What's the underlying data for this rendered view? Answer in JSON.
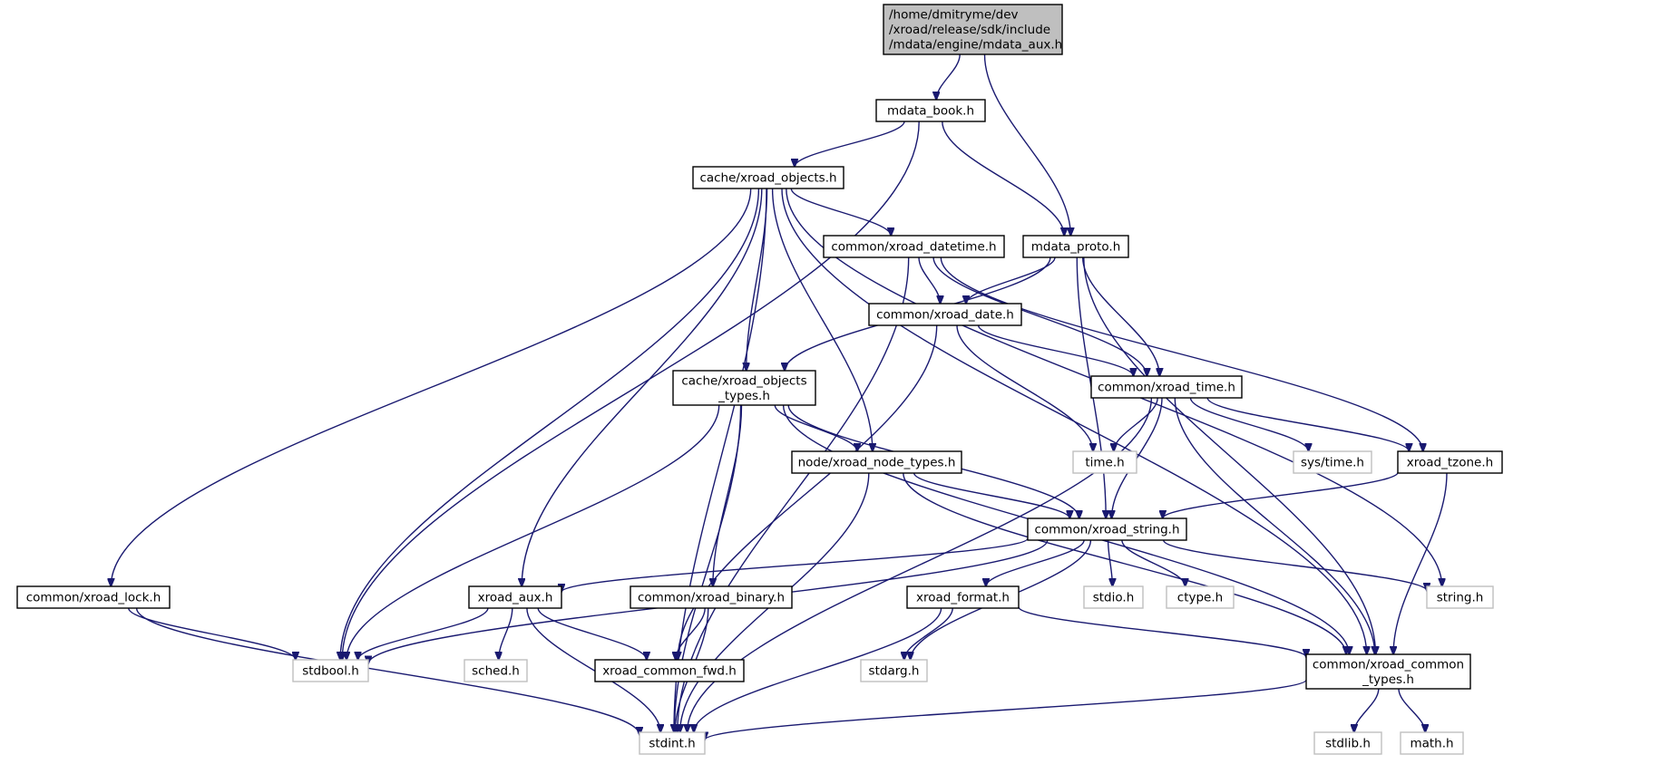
{
  "root": {
    "lines": [
      "/home/dmitryme/dev",
      "/xroad/release/sdk/include",
      "/mdata/engine/mdata_aux.h"
    ]
  },
  "nodes": [
    {
      "id": "mdata_book",
      "lines": [
        "mdata_book.h"
      ],
      "kind": "local"
    },
    {
      "id": "xroad_objects",
      "lines": [
        "cache/xroad_objects.h"
      ],
      "kind": "local"
    },
    {
      "id": "xroad_datetime",
      "lines": [
        "common/xroad_datetime.h"
      ],
      "kind": "local"
    },
    {
      "id": "mdata_proto",
      "lines": [
        "mdata_proto.h"
      ],
      "kind": "local"
    },
    {
      "id": "xroad_date",
      "lines": [
        "common/xroad_date.h"
      ],
      "kind": "local"
    },
    {
      "id": "xroad_objects_types",
      "lines": [
        "cache/xroad_objects",
        "_types.h"
      ],
      "kind": "local"
    },
    {
      "id": "xroad_time",
      "lines": [
        "common/xroad_time.h"
      ],
      "kind": "local"
    },
    {
      "id": "xroad_node_types",
      "lines": [
        "node/xroad_node_types.h"
      ],
      "kind": "local"
    },
    {
      "id": "time_h",
      "lines": [
        "time.h"
      ],
      "kind": "system"
    },
    {
      "id": "sys_time_h",
      "lines": [
        "sys/time.h"
      ],
      "kind": "system"
    },
    {
      "id": "xroad_tzone",
      "lines": [
        "xroad_tzone.h"
      ],
      "kind": "local"
    },
    {
      "id": "xroad_string",
      "lines": [
        "common/xroad_string.h"
      ],
      "kind": "local"
    },
    {
      "id": "xroad_lock",
      "lines": [
        "common/xroad_lock.h"
      ],
      "kind": "local"
    },
    {
      "id": "xroad_aux",
      "lines": [
        "xroad_aux.h"
      ],
      "kind": "local"
    },
    {
      "id": "xroad_binary",
      "lines": [
        "common/xroad_binary.h"
      ],
      "kind": "local"
    },
    {
      "id": "xroad_format",
      "lines": [
        "xroad_format.h"
      ],
      "kind": "local"
    },
    {
      "id": "stdio_h",
      "lines": [
        "stdio.h"
      ],
      "kind": "system"
    },
    {
      "id": "ctype_h",
      "lines": [
        "ctype.h"
      ],
      "kind": "system"
    },
    {
      "id": "string_h",
      "lines": [
        "string.h"
      ],
      "kind": "system"
    },
    {
      "id": "stdbool_h",
      "lines": [
        "stdbool.h"
      ],
      "kind": "system"
    },
    {
      "id": "sched_h",
      "lines": [
        "sched.h"
      ],
      "kind": "system"
    },
    {
      "id": "xroad_common_fwd",
      "lines": [
        "xroad_common_fwd.h"
      ],
      "kind": "local"
    },
    {
      "id": "stdarg_h",
      "lines": [
        "stdarg.h"
      ],
      "kind": "system"
    },
    {
      "id": "xroad_common_types",
      "lines": [
        "common/xroad_common",
        "_types.h"
      ],
      "kind": "local"
    },
    {
      "id": "stdint_h",
      "lines": [
        "stdint.h"
      ],
      "kind": "system"
    },
    {
      "id": "stdlib_h",
      "lines": [
        "stdlib.h"
      ],
      "kind": "system"
    },
    {
      "id": "math_h",
      "lines": [
        "math.h"
      ],
      "kind": "system"
    }
  ],
  "edges": [
    [
      "root",
      "mdata_book"
    ],
    [
      "root",
      "mdata_proto"
    ],
    [
      "mdata_book",
      "xroad_objects"
    ],
    [
      "mdata_book",
      "stdbool_h"
    ],
    [
      "mdata_book",
      "mdata_proto"
    ],
    [
      "xroad_objects",
      "xroad_datetime"
    ],
    [
      "xroad_objects",
      "xroad_objects_types"
    ],
    [
      "xroad_objects",
      "xroad_node_types"
    ],
    [
      "xroad_objects",
      "xroad_lock"
    ],
    [
      "xroad_objects",
      "xroad_aux"
    ],
    [
      "xroad_objects",
      "stdbool_h"
    ],
    [
      "xroad_objects",
      "stdint_h"
    ],
    [
      "xroad_objects",
      "string_h"
    ],
    [
      "xroad_objects",
      "xroad_common_types"
    ],
    [
      "xroad_datetime",
      "xroad_date"
    ],
    [
      "xroad_datetime",
      "xroad_time"
    ],
    [
      "xroad_datetime",
      "xroad_tzone"
    ],
    [
      "xroad_datetime",
      "stdint_h"
    ],
    [
      "mdata_proto",
      "xroad_date"
    ],
    [
      "mdata_proto",
      "xroad_time"
    ],
    [
      "mdata_proto",
      "xroad_objects_types"
    ],
    [
      "mdata_proto",
      "xroad_string"
    ],
    [
      "mdata_proto",
      "xroad_common_types"
    ],
    [
      "xroad_date",
      "xroad_time"
    ],
    [
      "xroad_date",
      "time_h"
    ],
    [
      "xroad_date",
      "xroad_common_fwd"
    ],
    [
      "xroad_objects_types",
      "xroad_node_types"
    ],
    [
      "xroad_objects_types",
      "xroad_string"
    ],
    [
      "xroad_objects_types",
      "xroad_binary"
    ],
    [
      "xroad_objects_types",
      "stdbool_h"
    ],
    [
      "xroad_objects_types",
      "stdint_h"
    ],
    [
      "xroad_objects_types",
      "xroad_common_types"
    ],
    [
      "xroad_time",
      "time_h"
    ],
    [
      "xroad_time",
      "sys_time_h"
    ],
    [
      "xroad_time",
      "xroad_tzone"
    ],
    [
      "xroad_time",
      "xroad_string"
    ],
    [
      "xroad_time",
      "stdint_h"
    ],
    [
      "xroad_time",
      "xroad_common_types"
    ],
    [
      "xroad_node_types",
      "xroad_string"
    ],
    [
      "xroad_node_types",
      "stdint_h"
    ],
    [
      "xroad_node_types",
      "xroad_common_types"
    ],
    [
      "xroad_tzone",
      "xroad_string"
    ],
    [
      "xroad_tzone",
      "xroad_common_types"
    ],
    [
      "xroad_string",
      "xroad_aux"
    ],
    [
      "xroad_string",
      "xroad_format"
    ],
    [
      "xroad_string",
      "stdio_h"
    ],
    [
      "xroad_string",
      "ctype_h"
    ],
    [
      "xroad_string",
      "string_h"
    ],
    [
      "xroad_string",
      "stdbool_h"
    ],
    [
      "xroad_string",
      "stdarg_h"
    ],
    [
      "xroad_lock",
      "stdbool_h"
    ],
    [
      "xroad_lock",
      "stdint_h"
    ],
    [
      "xroad_aux",
      "stdbool_h"
    ],
    [
      "xroad_aux",
      "sched_h"
    ],
    [
      "xroad_aux",
      "xroad_common_fwd"
    ],
    [
      "xroad_aux",
      "stdint_h"
    ],
    [
      "xroad_binary",
      "xroad_common_fwd"
    ],
    [
      "xroad_binary",
      "stdint_h"
    ],
    [
      "xroad_format",
      "stdarg_h"
    ],
    [
      "xroad_format",
      "xroad_common_types"
    ],
    [
      "xroad_format",
      "stdint_h"
    ],
    [
      "xroad_common_types",
      "stdint_h"
    ],
    [
      "xroad_common_types",
      "stdlib_h"
    ],
    [
      "xroad_common_types",
      "math_h"
    ]
  ]
}
